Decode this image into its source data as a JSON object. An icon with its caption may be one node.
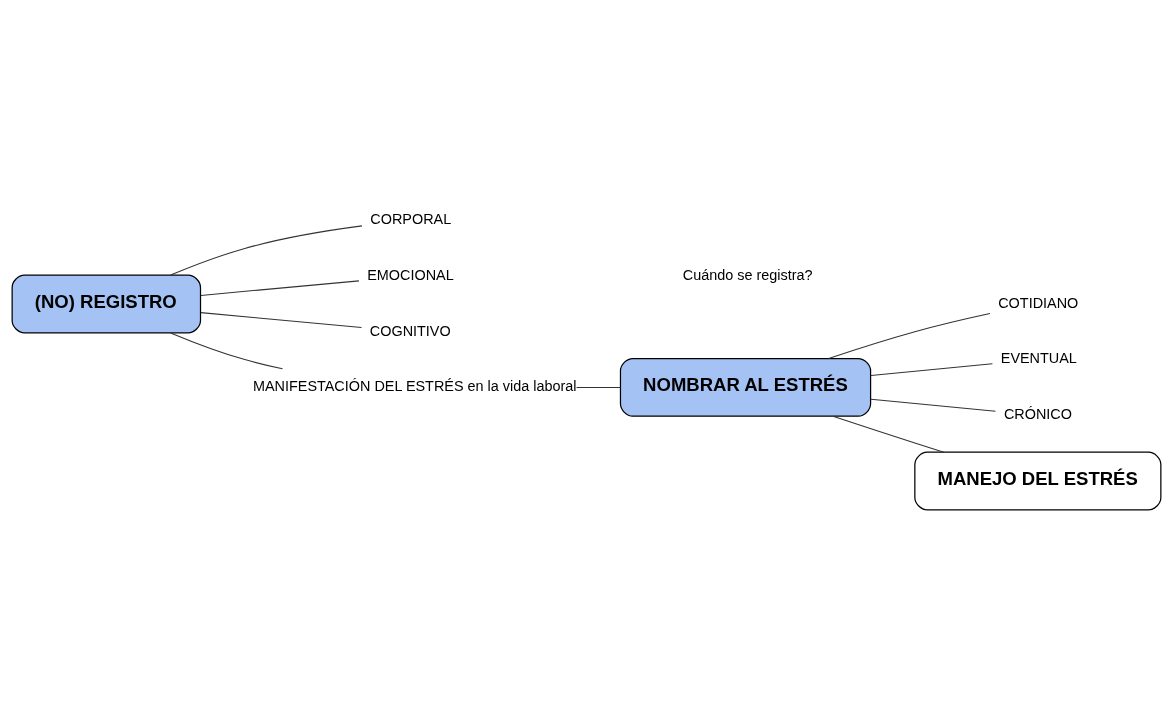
{
  "diagram": {
    "nodes": [
      {
        "text": [
          "(NO) REGISTRO"
        ]
      },
      {
        "text": [
          "CORPORAL"
        ]
      },
      {
        "text": [
          "EMOCIONAL"
        ]
      },
      {
        "text": [
          "COGNITIVO"
        ]
      },
      {
        "text": [
          "MANIFESTACIÓN DEL ESTRÉS en la vida laboral"
        ]
      },
      {
        "text": [
          "NOMBRAR AL ESTRÉS"
        ]
      },
      {
        "text": [
          "COTIDIANO"
        ]
      },
      {
        "text": [
          "EVENTUAL"
        ]
      },
      {
        "text": [
          "CRÓNICO"
        ]
      },
      {
        "text": [
          "MANEJO DEL ESTRÉS"
        ]
      }
    ],
    "edges": [
      {
        "from": 0,
        "to": 1,
        "arrow": "none"
      },
      {
        "from": 0,
        "to": 2,
        "arrow": "none"
      },
      {
        "from": 0,
        "to": 3,
        "arrow": "none"
      },
      {
        "from": 0,
        "to": 4,
        "arrow": "none"
      },
      {
        "from": 4,
        "to": 5,
        "arrow": "none"
      },
      {
        "from": 5,
        "to": 6,
        "arrow": "none"
      },
      {
        "from": 5,
        "to": 7,
        "arrow": "none"
      },
      {
        "from": 5,
        "to": 8,
        "arrow": "none"
      },
      {
        "from": 5,
        "to": 9,
        "arrow": "none"
      }
    ],
    "labels": [
      "Cuándo se registra?"
    ]
  }
}
